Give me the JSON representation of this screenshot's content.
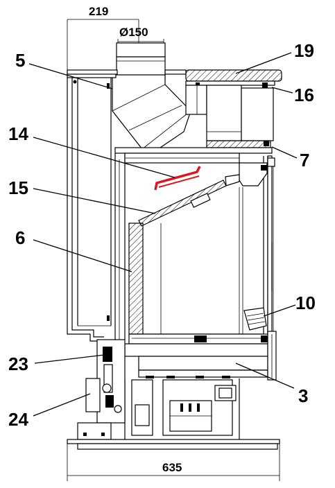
{
  "dimensions": {
    "top_width": "219",
    "flue_diameter": "Ø150",
    "base_width": "635"
  },
  "callouts": [
    {
      "id": "c5",
      "label": "5"
    },
    {
      "id": "c19",
      "label": "19"
    },
    {
      "id": "c16",
      "label": "16"
    },
    {
      "id": "c14",
      "label": "14"
    },
    {
      "id": "c7",
      "label": "7"
    },
    {
      "id": "c15",
      "label": "15"
    },
    {
      "id": "c6",
      "label": "6"
    },
    {
      "id": "c10",
      "label": "10"
    },
    {
      "id": "c23",
      "label": "23"
    },
    {
      "id": "c3",
      "label": "3"
    },
    {
      "id": "c24",
      "label": "24"
    }
  ],
  "colors": {
    "line": "#000000",
    "highlight_part": "#e0141e",
    "background": "#ffffff"
  }
}
